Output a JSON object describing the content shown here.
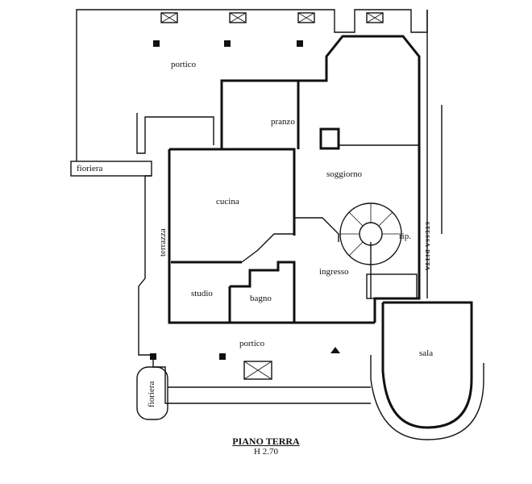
{
  "plan": {
    "title": "PIANO TERRA",
    "subtitle": "H 2.70",
    "rooms": {
      "portico_top": "portico",
      "pranzo": "pranzo",
      "soggiorno": "soggiorno",
      "cucina": "cucina",
      "fioriera_left": "fioriera",
      "terrazza": "terrazza",
      "rip": "rip.",
      "ingresso": "ingresso",
      "studio": "studio",
      "bagno": "bagno",
      "portico_bottom": "portico",
      "sala": "sala",
      "fioriera_bottom": "fioriera",
      "stessa_ditta": "STESSA DITTA"
    }
  }
}
